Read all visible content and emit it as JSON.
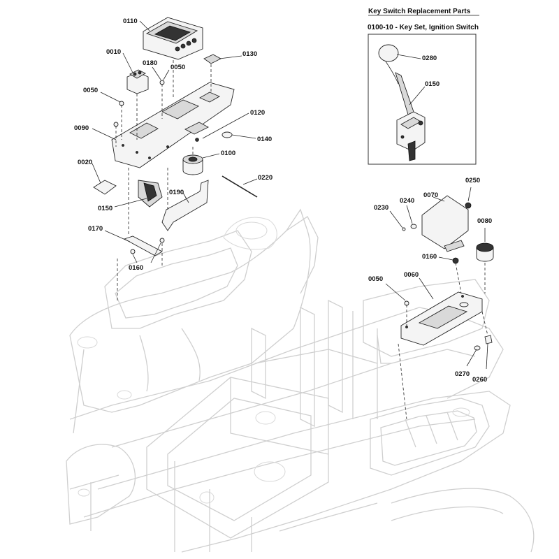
{
  "inset": {
    "title": "Key Switch Replacement Parts",
    "subtitle": "0100-10 - Key Set, Ignition Switch"
  },
  "callouts": [
    {
      "id": "c0110",
      "text": "0110"
    },
    {
      "id": "c0010",
      "text": "0010"
    },
    {
      "id": "c0180",
      "text": "0180"
    },
    {
      "id": "c0050a",
      "text": "0050"
    },
    {
      "id": "c0130",
      "text": "0130"
    },
    {
      "id": "c0050b",
      "text": "0050"
    },
    {
      "id": "c0120",
      "text": "0120"
    },
    {
      "id": "c0090",
      "text": "0090"
    },
    {
      "id": "c0140",
      "text": "0140"
    },
    {
      "id": "c0100",
      "text": "0100"
    },
    {
      "id": "c0020",
      "text": "0020"
    },
    {
      "id": "c0220",
      "text": "0220"
    },
    {
      "id": "c0190",
      "text": "0190"
    },
    {
      "id": "c0150a",
      "text": "0150"
    },
    {
      "id": "c0170",
      "text": "0170"
    },
    {
      "id": "c0160a",
      "text": "0160"
    },
    {
      "id": "c0280",
      "text": "0280"
    },
    {
      "id": "c0150b",
      "text": "0150"
    },
    {
      "id": "c0250",
      "text": "0250"
    },
    {
      "id": "c0070",
      "text": "0070"
    },
    {
      "id": "c0230",
      "text": "0230"
    },
    {
      "id": "c0240",
      "text": "0240"
    },
    {
      "id": "c0080",
      "text": "0080"
    },
    {
      "id": "c0160b",
      "text": "0160"
    },
    {
      "id": "c0050c",
      "text": "0050"
    },
    {
      "id": "c0060",
      "text": "0060"
    },
    {
      "id": "c0270",
      "text": "0270"
    },
    {
      "id": "c0260",
      "text": "0260"
    }
  ]
}
